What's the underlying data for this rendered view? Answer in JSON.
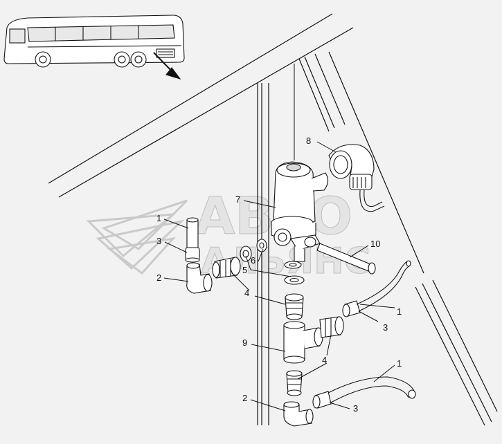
{
  "watermark": {
    "line1": "АВТО",
    "line2": "АЛЬЯНС",
    "color": "#c4c4c4"
  },
  "colors": {
    "background": "#f2f2f2",
    "stroke": "#111111",
    "part_fill": "#ffffff",
    "shade": "#d8d8d8"
  },
  "callouts": {
    "c8": "8",
    "c7": "7",
    "c1a": "1",
    "c3a": "3",
    "c2a": "2",
    "c5": "5",
    "c6": "6",
    "c10": "10",
    "c4a": "4",
    "c1b": "1",
    "c3b": "3",
    "c9": "9",
    "c4b": "4",
    "c1c": "1",
    "c2b": "2",
    "c3c": "3"
  }
}
